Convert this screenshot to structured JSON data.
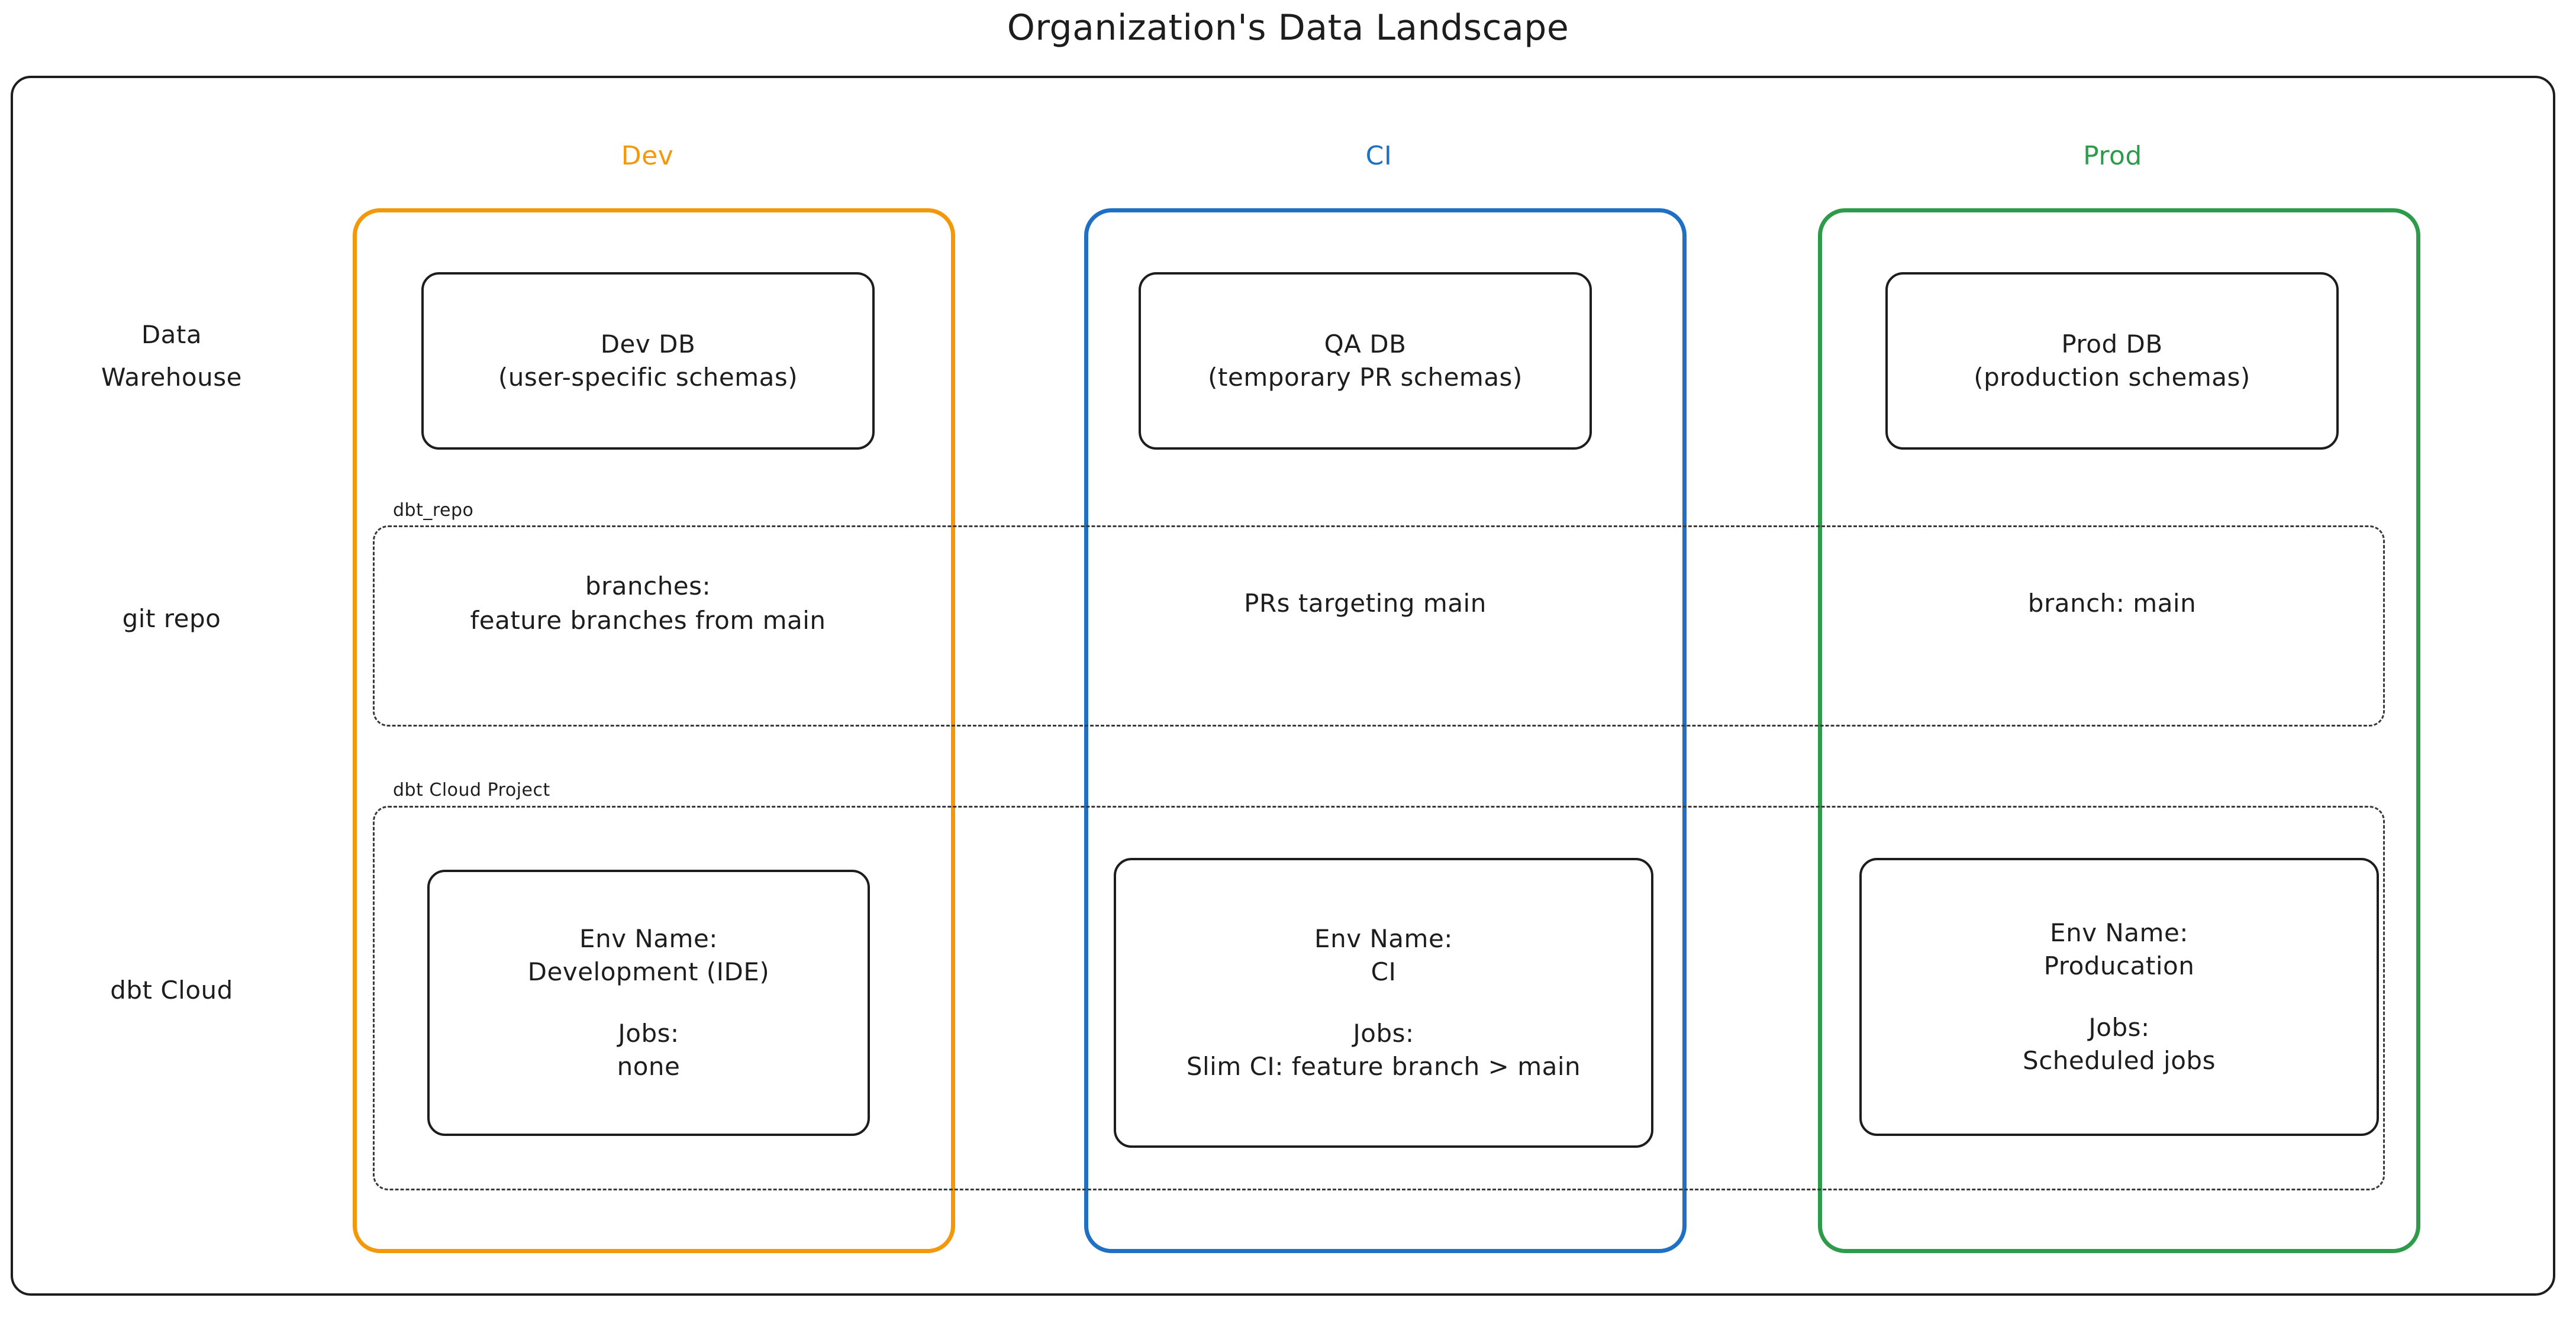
{
  "title": "Organization's Data Landscape",
  "colors": {
    "dev": "#F3980B",
    "ci": "#1F6FC4",
    "prod": "#2E9B4A",
    "stroke": "#1d1d1d",
    "dashed": "#3a3a3a",
    "background": "#ffffff"
  },
  "columns": {
    "dev": {
      "header": "Dev"
    },
    "ci": {
      "header": "CI"
    },
    "prod": {
      "header": "Prod"
    }
  },
  "rows": {
    "warehouse": {
      "label_line1": "Data",
      "label_line2": "Warehouse"
    },
    "git": {
      "label": "git repo"
    },
    "dbt_cloud": {
      "label": "dbt Cloud"
    }
  },
  "groups": {
    "dbt_repo": {
      "tag": "dbt_repo"
    },
    "dbt_cloud_project": {
      "tag": "dbt Cloud Project"
    }
  },
  "warehouse": {
    "dev": {
      "line1": "Dev DB",
      "line2": "(user-specific schemas)"
    },
    "ci": {
      "line1": "QA DB",
      "line2": "(temporary PR schemas)"
    },
    "prod": {
      "line1": "Prod DB",
      "line2": "(production schemas)"
    }
  },
  "git": {
    "dev": {
      "line1": "branches:",
      "line2": "feature branches from main"
    },
    "ci": {
      "line1": "PRs targeting main",
      "line2": ""
    },
    "prod": {
      "line1": "branch: main",
      "line2": ""
    }
  },
  "dbt_cloud": {
    "dev": {
      "env_label": "Env Name:",
      "env_value": "Development (IDE)",
      "jobs_label": "Jobs:",
      "jobs_value": "none"
    },
    "ci": {
      "env_label": "Env Name:",
      "env_value": "CI",
      "jobs_label": "Jobs:",
      "jobs_value": "Slim CI: feature branch > main"
    },
    "prod": {
      "env_label": "Env Name:",
      "env_value": "Producation",
      "jobs_label": "Jobs:",
      "jobs_value": "Scheduled jobs"
    }
  }
}
